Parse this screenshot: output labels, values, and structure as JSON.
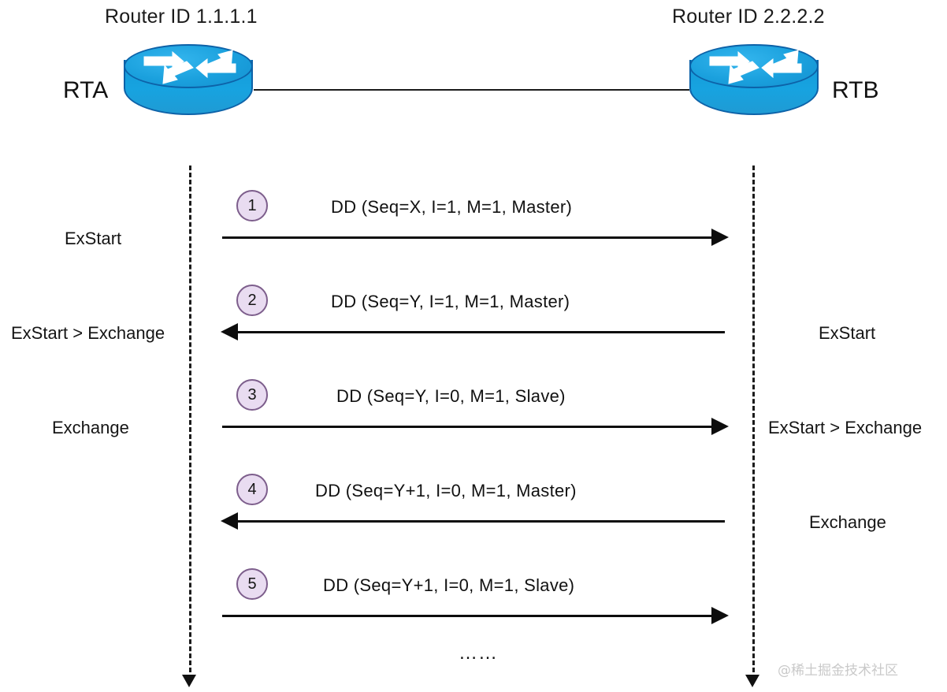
{
  "diagram": {
    "type": "sequence-diagram",
    "title_left": "Router ID 1.1.1.1",
    "title_right": "Router ID 2.2.2.2",
    "name_left": "RTA",
    "name_right": "RTB",
    "router_icon_left": "router-icon",
    "router_icon_right": "router-icon",
    "ellipsis": "……",
    "watermark": "@稀土掘金技术社区",
    "colors": {
      "router_blue": "#17a3e0",
      "router_outline": "#0d62a8",
      "badge_fill": "#e9dcf1",
      "badge_border": "#7d5e8c",
      "arrow": "#0d0d0d",
      "background": "#ffffff"
    }
  },
  "messages": [
    {
      "step": "1",
      "label": "DD (Seq=X, I=1, M=1, Master)",
      "direction": "right"
    },
    {
      "step": "2",
      "label": "DD (Seq=Y, I=1, M=1, Master)",
      "direction": "left"
    },
    {
      "step": "3",
      "label": "DD (Seq=Y, I=0, M=1, Slave)",
      "direction": "right"
    },
    {
      "step": "4",
      "label": "DD (Seq=Y+1, I=0, M=1, Master)",
      "direction": "left"
    },
    {
      "step": "5",
      "label": "DD (Seq=Y+1, I=0, M=1, Slave)",
      "direction": "right"
    }
  ],
  "states_left": [
    {
      "text": "ExStart"
    },
    {
      "text": "ExStart > Exchange"
    },
    {
      "text": "Exchange"
    }
  ],
  "states_right": [
    {
      "text": "ExStart"
    },
    {
      "text": "ExStart > Exchange"
    },
    {
      "text": "Exchange"
    }
  ]
}
